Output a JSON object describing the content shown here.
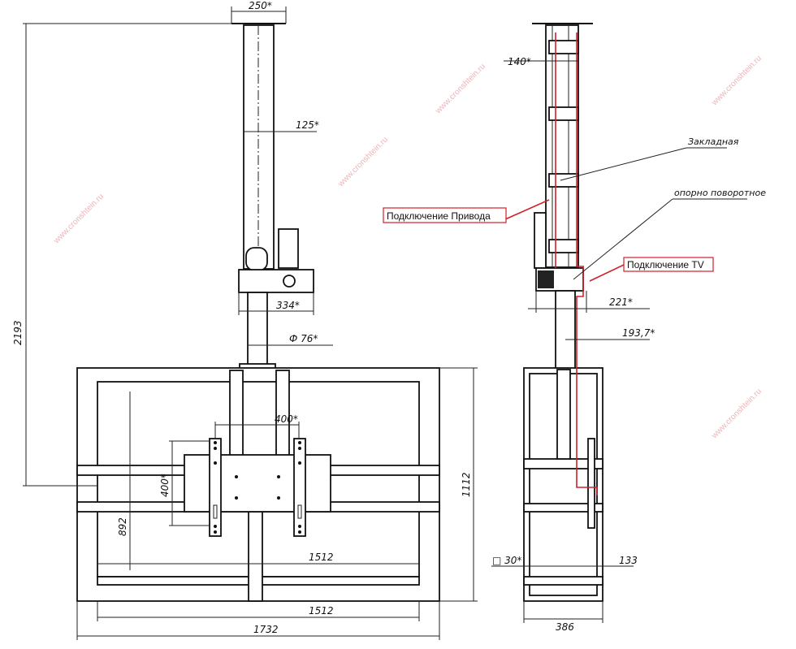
{
  "watermark": "www.cronshtein.ru",
  "front_view": {
    "dims": {
      "top_plate": "250*",
      "column": "125*",
      "housing": "334*",
      "pipe": "Ф 76*",
      "height": "2193",
      "vesa_h": "400*",
      "vesa_v": "400*",
      "inner_height": "892",
      "inner_width": "1512",
      "bottom_width": "1512",
      "total_width": "1732",
      "frame_height": "1112"
    }
  },
  "side_view": {
    "dims": {
      "column": "140*",
      "housing": "221*",
      "offset": "193,7*",
      "profile": "□ 30*",
      "depth_offset": "133",
      "depth": "386"
    },
    "callouts": {
      "embed": "Закладная",
      "bearing": "опорно поворотное",
      "drive": "Подключение Привода",
      "tv": "Подключение TV"
    }
  }
}
